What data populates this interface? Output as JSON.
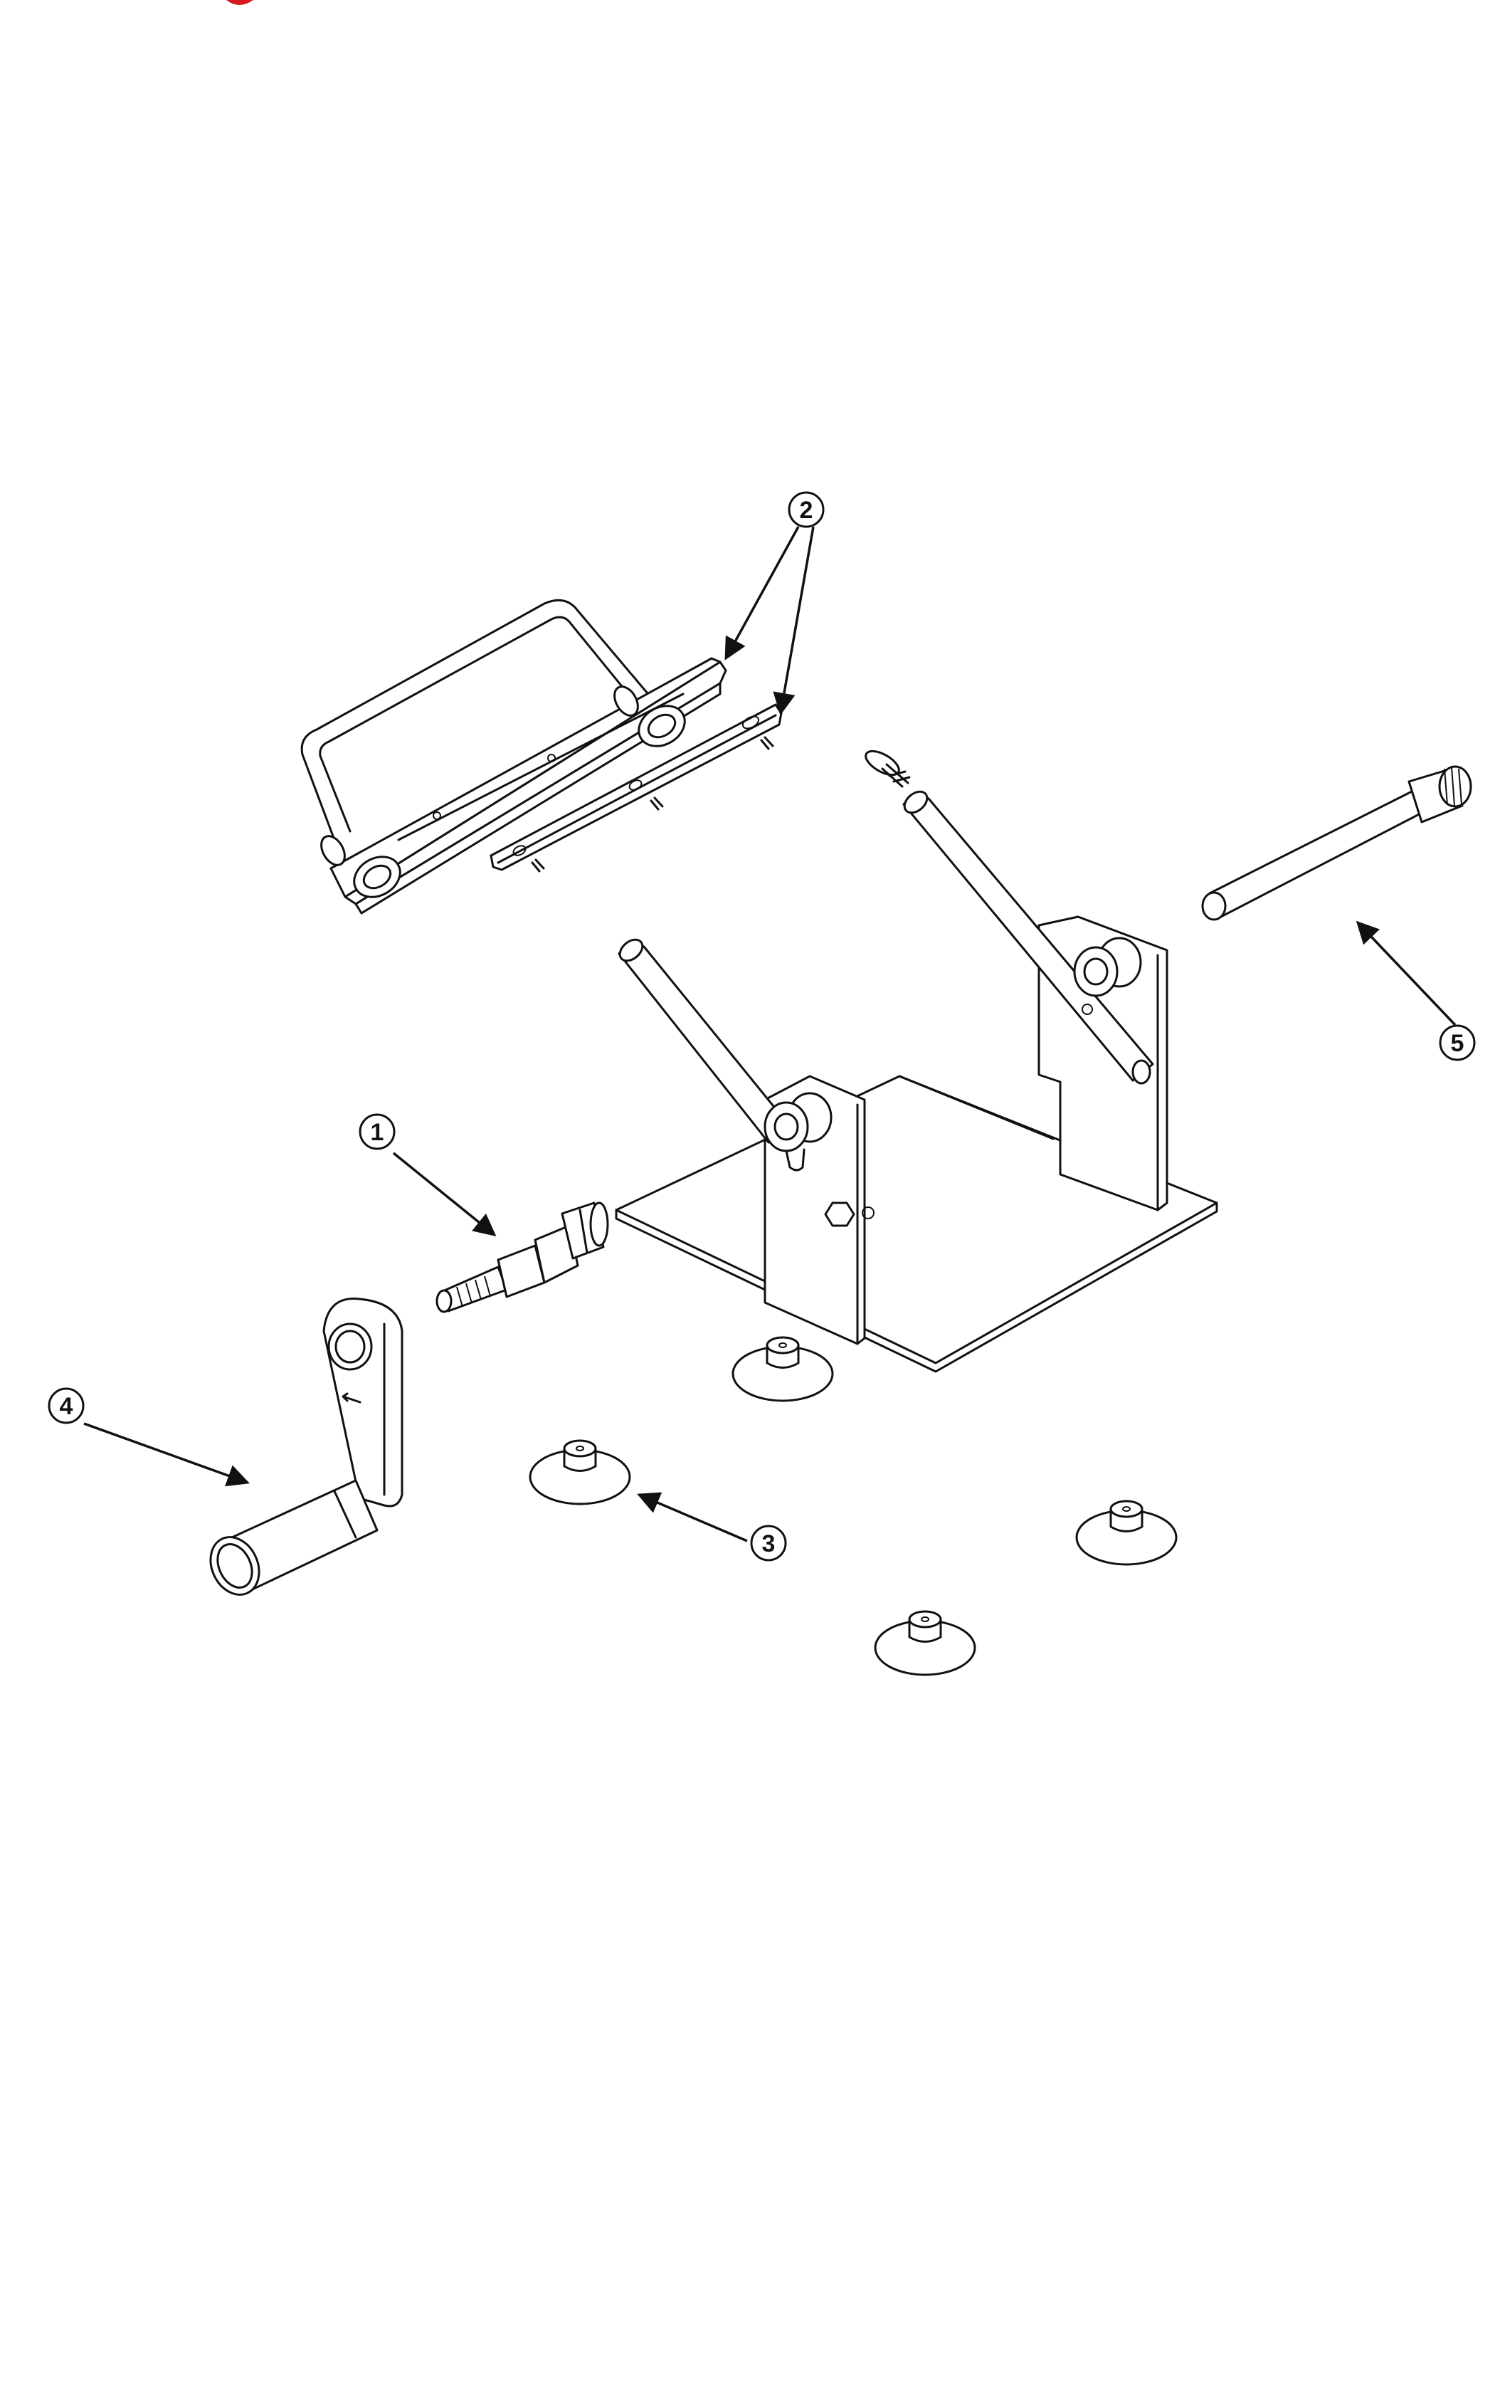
{
  "diagram": {
    "type": "exploded-parts-view",
    "callouts": [
      {
        "id": "1",
        "label": "1"
      },
      {
        "id": "2",
        "label": "2"
      },
      {
        "id": "3",
        "label": "3"
      },
      {
        "id": "4",
        "label": "4"
      },
      {
        "id": "5",
        "label": "5"
      }
    ],
    "parts": [
      {
        "callout": "1",
        "icon": "drive-spindle-icon"
      },
      {
        "callout": "2",
        "icon": "handle-bracket-plates-icon"
      },
      {
        "callout": "3",
        "icon": "suction-cup-feet-icon"
      },
      {
        "callout": "4",
        "icon": "crank-handle-icon"
      },
      {
        "callout": "5",
        "icon": "threaded-shaft-icon"
      }
    ],
    "colors": {
      "line": "#111111",
      "background": "#ffffff",
      "accent_mark": "#d71920"
    }
  }
}
